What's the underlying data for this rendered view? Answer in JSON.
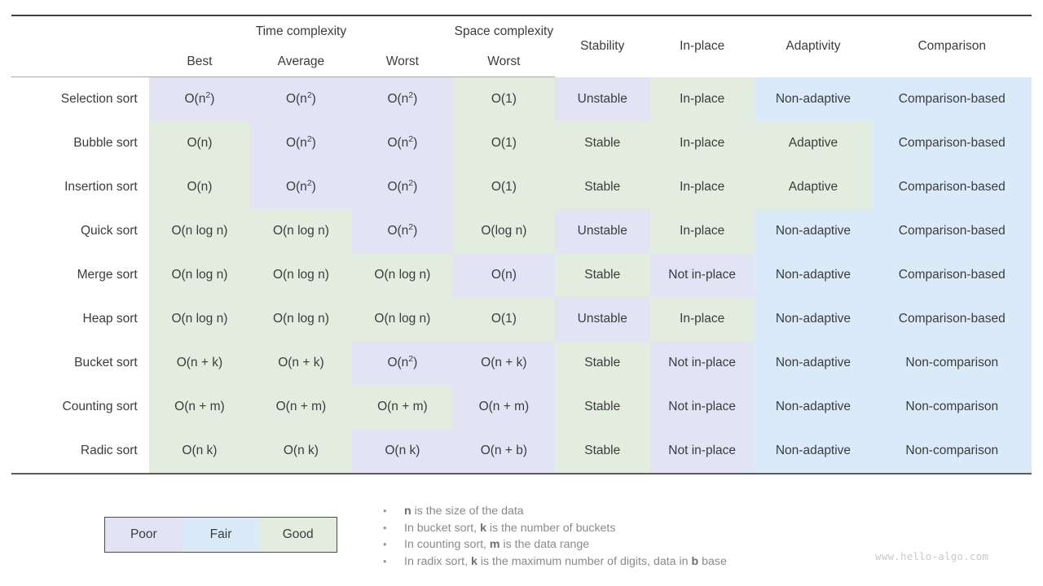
{
  "table": {
    "group_headers": {
      "time": "Time complexity",
      "space": "Space complexity"
    },
    "sub_headers": {
      "best": "Best",
      "average": "Average",
      "worst_time": "Worst",
      "worst_space": "Worst"
    },
    "attr_headers": {
      "stability": "Stability",
      "in_place": "In-place",
      "adaptivity": "Adaptivity",
      "comparison": "Comparison"
    },
    "rows": [
      {
        "name": "Selection sort",
        "best": "O(n²)",
        "best_grade": "poor",
        "average": "O(n²)",
        "average_grade": "poor",
        "worst_time": "O(n²)",
        "worst_time_grade": "poor",
        "worst_space": "O(1)",
        "worst_space_grade": "good",
        "stability": "Unstable",
        "stability_grade": "poor",
        "in_place": "In-place",
        "in_place_grade": "good",
        "adaptivity": "Non-adaptive",
        "adaptivity_grade": "fair",
        "comparison": "Comparison-based",
        "comparison_grade": "fair"
      },
      {
        "name": "Bubble sort",
        "best": "O(n)",
        "best_grade": "good",
        "average": "O(n²)",
        "average_grade": "poor",
        "worst_time": "O(n²)",
        "worst_time_grade": "poor",
        "worst_space": "O(1)",
        "worst_space_grade": "good",
        "stability": "Stable",
        "stability_grade": "good",
        "in_place": "In-place",
        "in_place_grade": "good",
        "adaptivity": "Adaptive",
        "adaptivity_grade": "good",
        "comparison": "Comparison-based",
        "comparison_grade": "fair"
      },
      {
        "name": "Insertion sort",
        "best": "O(n)",
        "best_grade": "good",
        "average": "O(n²)",
        "average_grade": "poor",
        "worst_time": "O(n²)",
        "worst_time_grade": "poor",
        "worst_space": "O(1)",
        "worst_space_grade": "good",
        "stability": "Stable",
        "stability_grade": "good",
        "in_place": "In-place",
        "in_place_grade": "good",
        "adaptivity": "Adaptive",
        "adaptivity_grade": "good",
        "comparison": "Comparison-based",
        "comparison_grade": "fair"
      },
      {
        "name": "Quick sort",
        "best": "O(n log n)",
        "best_grade": "good",
        "average": "O(n log n)",
        "average_grade": "good",
        "worst_time": "O(n²)",
        "worst_time_grade": "poor",
        "worst_space": "O(log n)",
        "worst_space_grade": "good",
        "stability": "Unstable",
        "stability_grade": "poor",
        "in_place": "In-place",
        "in_place_grade": "good",
        "adaptivity": "Non-adaptive",
        "adaptivity_grade": "fair",
        "comparison": "Comparison-based",
        "comparison_grade": "fair"
      },
      {
        "name": "Merge sort",
        "best": "O(n log n)",
        "best_grade": "good",
        "average": "O(n log n)",
        "average_grade": "good",
        "worst_time": "O(n log n)",
        "worst_time_grade": "good",
        "worst_space": "O(n)",
        "worst_space_grade": "poor",
        "stability": "Stable",
        "stability_grade": "good",
        "in_place": "Not in-place",
        "in_place_grade": "poor",
        "adaptivity": "Non-adaptive",
        "adaptivity_grade": "fair",
        "comparison": "Comparison-based",
        "comparison_grade": "fair"
      },
      {
        "name": "Heap sort",
        "best": "O(n log n)",
        "best_grade": "good",
        "average": "O(n log n)",
        "average_grade": "good",
        "worst_time": "O(n log n)",
        "worst_time_grade": "good",
        "worst_space": "O(1)",
        "worst_space_grade": "good",
        "stability": "Unstable",
        "stability_grade": "poor",
        "in_place": "In-place",
        "in_place_grade": "good",
        "adaptivity": "Non-adaptive",
        "adaptivity_grade": "fair",
        "comparison": "Comparison-based",
        "comparison_grade": "fair"
      },
      {
        "name": "Bucket sort",
        "best": "O(n + k)",
        "best_grade": "good",
        "average": "O(n + k)",
        "average_grade": "good",
        "worst_time": "O(n²)",
        "worst_time_grade": "poor",
        "worst_space": "O(n + k)",
        "worst_space_grade": "poor",
        "stability": "Stable",
        "stability_grade": "good",
        "in_place": "Not in-place",
        "in_place_grade": "poor",
        "adaptivity": "Non-adaptive",
        "adaptivity_grade": "fair",
        "comparison": "Non-comparison",
        "comparison_grade": "fair"
      },
      {
        "name": "Counting sort",
        "best": "O(n + m)",
        "best_grade": "good",
        "average": "O(n + m)",
        "average_grade": "good",
        "worst_time": "O(n + m)",
        "worst_time_grade": "good",
        "worst_space": "O(n + m)",
        "worst_space_grade": "poor",
        "stability": "Stable",
        "stability_grade": "good",
        "in_place": "Not in-place",
        "in_place_grade": "poor",
        "adaptivity": "Non-adaptive",
        "adaptivity_grade": "fair",
        "comparison": "Non-comparison",
        "comparison_grade": "fair"
      },
      {
        "name": "Radic sort",
        "best": "O(n k)",
        "best_grade": "good",
        "average": "O(n k)",
        "average_grade": "good",
        "worst_time": "O(n k)",
        "worst_time_grade": "poor",
        "worst_space": "O(n + b)",
        "worst_space_grade": "poor",
        "stability": "Stable",
        "stability_grade": "good",
        "in_place": "Not in-place",
        "in_place_grade": "poor",
        "adaptivity": "Non-adaptive",
        "adaptivity_grade": "fair",
        "comparison": "Non-comparison",
        "comparison_grade": "fair"
      }
    ]
  },
  "legend": {
    "items": [
      {
        "label": "Poor",
        "grade": "poor",
        "color": "#e2e4f6"
      },
      {
        "label": "Fair",
        "grade": "fair",
        "color": "#daeaf8"
      },
      {
        "label": "Good",
        "grade": "good",
        "color": "#e3eddf"
      }
    ]
  },
  "notes": {
    "bullet": "•",
    "items": [
      {
        "pre": "",
        "var": "n",
        "post": " is the size of the data",
        "var2": "",
        "post2": ""
      },
      {
        "pre": "In bucket sort, ",
        "var": "k",
        "post": " is the number of buckets",
        "var2": "",
        "post2": ""
      },
      {
        "pre": "In counting sort, ",
        "var": "m",
        "post": " is the data range",
        "var2": "",
        "post2": ""
      },
      {
        "pre": "In radix sort, ",
        "var": "k",
        "post": " is the maximum number of digits, data in ",
        "var2": "b",
        "post2": " base"
      }
    ]
  },
  "watermark": "www.hello-algo.com"
}
